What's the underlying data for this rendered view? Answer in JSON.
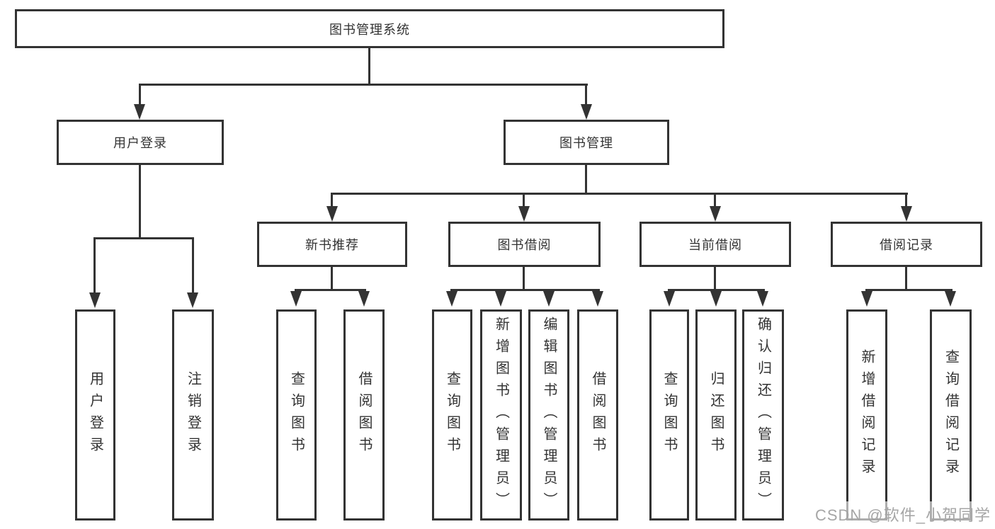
{
  "tree": {
    "root": {
      "label": "图书管理系统"
    },
    "branches": [
      {
        "label": "用户登录",
        "children": [
          {
            "label": "用户登录"
          },
          {
            "label": "注销登录"
          }
        ]
      },
      {
        "label": "图书管理",
        "sections": [
          {
            "label": "新书推荐",
            "children": [
              {
                "label": "查询图书"
              },
              {
                "label": "借阅图书"
              }
            ]
          },
          {
            "label": "图书借阅",
            "children": [
              {
                "label": "查询图书"
              },
              {
                "label": "新增图书（管理员）"
              },
              {
                "label": "编辑图书（管理员）"
              },
              {
                "label": "借阅图书"
              }
            ]
          },
          {
            "label": "当前借阅",
            "children": [
              {
                "label": "查询图书"
              },
              {
                "label": "归还图书"
              },
              {
                "label": "确认归还（管理员）"
              }
            ]
          },
          {
            "label": "借阅记录",
            "children": [
              {
                "label": "新增借阅记录"
              },
              {
                "label": "查询借阅记录"
              }
            ]
          }
        ]
      }
    ]
  },
  "watermark": {
    "text": "CSDN @软件_小贺同学"
  },
  "colors": {
    "line": "#333333",
    "text": "#333333",
    "watermark": "#a6a6a6"
  }
}
